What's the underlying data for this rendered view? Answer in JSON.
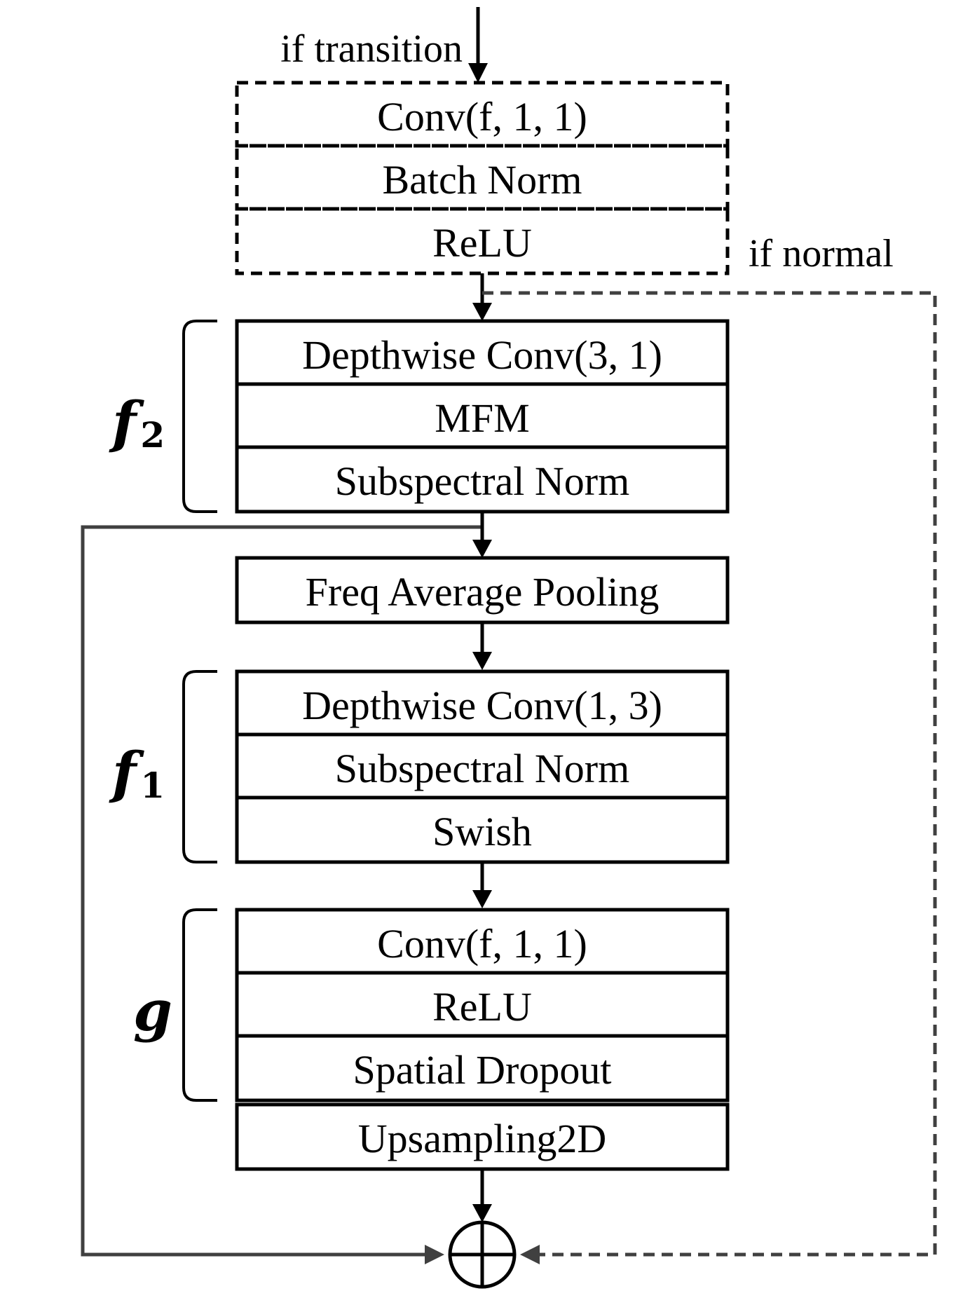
{
  "conditions": {
    "transition": "if transition",
    "normal": "if normal"
  },
  "transition_block": {
    "layers": [
      "Conv(f, 1, 1)",
      "Batch Norm",
      "ReLU"
    ]
  },
  "f2_block": {
    "label": "f",
    "subscript": "2",
    "layers": [
      "Depthwise Conv(3, 1)",
      "MFM",
      "Subspectral Norm"
    ]
  },
  "pooling_block": {
    "layers": [
      "Freq Average Pooling"
    ]
  },
  "f1_block": {
    "label": "f",
    "subscript": "1",
    "layers": [
      "Depthwise Conv(1, 3)",
      "Subspectral Norm",
      "Swish"
    ]
  },
  "g_block": {
    "label": "g",
    "layers": [
      "Conv(f, 1, 1)",
      "ReLU",
      "Spatial Dropout"
    ]
  },
  "upsampling_block": {
    "layers": [
      "Upsampling2D"
    ]
  },
  "colors": {
    "stroke": "#000000",
    "skip": "#404040"
  }
}
